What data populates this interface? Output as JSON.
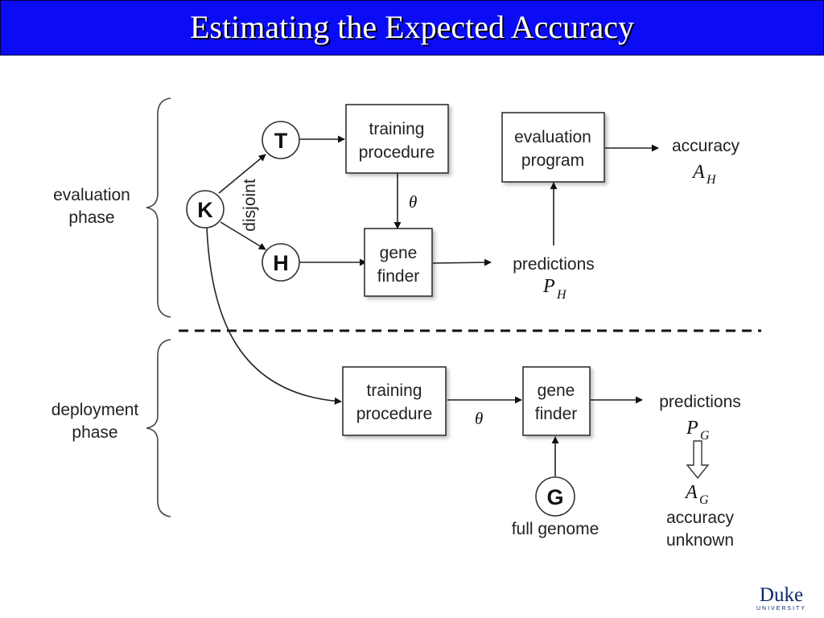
{
  "slide": {
    "title": "Estimating the Expected Accuracy"
  },
  "diagram": {
    "phases": {
      "evaluation": [
        "evaluation",
        "phase"
      ],
      "deployment": [
        "deployment",
        "phase"
      ]
    },
    "nodes": {
      "K": "K",
      "T": "T",
      "H": "H",
      "G": "G"
    },
    "edge_labels": {
      "disjoint": "disjoint",
      "theta": "θ"
    },
    "boxes": {
      "training_procedure": [
        "training",
        "procedure"
      ],
      "gene_finder": [
        "gene",
        "finder"
      ],
      "evaluation_program": [
        "evaluation",
        "program"
      ]
    },
    "outputs": {
      "accuracy": "accuracy",
      "predictions": "predictions",
      "full_genome": "full genome",
      "accuracy_unknown": [
        "accuracy",
        "unknown"
      ]
    },
    "math": {
      "A": "A",
      "P": "P",
      "sub_H": "H",
      "sub_G": "G"
    }
  },
  "logo": {
    "name": "Duke",
    "sub": "UNIVERSITY",
    "color": "#0b2a6a"
  },
  "colors": {
    "title_bar": "#0b0bf5",
    "title_text": "#ffffff"
  }
}
